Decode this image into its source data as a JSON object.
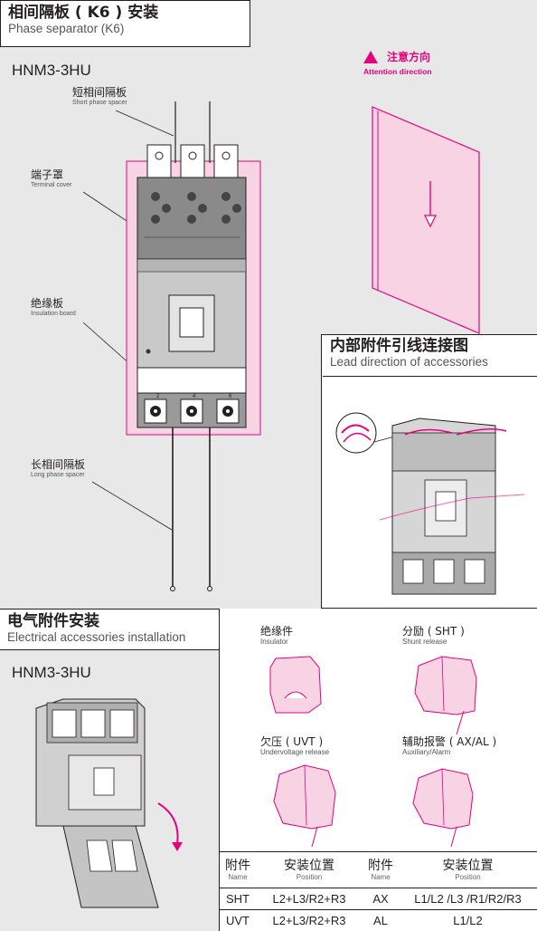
{
  "sec1": {
    "title_zh": "相间隔板 ( K6 ) 安装",
    "title_en": "Phase separator (K6)",
    "model": "HNM3-3HU",
    "labels": [
      {
        "zh": "短相间隔板",
        "en": "Short phase spacer"
      },
      {
        "zh": "端子罩",
        "en": "Terminal cover"
      },
      {
        "zh": "绝缘板",
        "en": "Insulation board"
      },
      {
        "zh": "长相间隔板",
        "en": "Long phase spacer"
      }
    ],
    "attention_zh": "注意方向",
    "attention_en": "Attention direction",
    "terminal_numbers": [
      "2",
      "4",
      "6"
    ]
  },
  "sec2": {
    "title_zh": "内部附件引线连接图",
    "title_en": "Lead direction of accessories"
  },
  "sec3": {
    "title_zh": "电气附件安装",
    "title_en": "Electrical accessories installation",
    "model": "HNM3-3HU"
  },
  "accessories": [
    {
      "zh": "绝缘件",
      "en": "Insulator"
    },
    {
      "zh": "分励 ( SHT )",
      "en": "Shunt release"
    },
    {
      "zh": "欠压 ( UVT )",
      "en": "Undervoltage release"
    },
    {
      "zh": "辅助报警 ( AX/AL )",
      "en": "Auxiliary/Alarm"
    }
  ],
  "table": {
    "headers": [
      {
        "zh": "附件",
        "en": "Name"
      },
      {
        "zh": "安装位置",
        "en": "Position"
      },
      {
        "zh": "附件",
        "en": "Name"
      },
      {
        "zh": "安装位置",
        "en": "Position"
      }
    ],
    "rows": [
      [
        "SHT",
        "L2+L3/R2+R3",
        "AX",
        "L1/L2 /L3 /R1/R2/R3"
      ],
      [
        "UVT",
        "L2+L3/R2+R3",
        "AL",
        "L1/L2"
      ]
    ]
  },
  "colors": {
    "accent": "#e6007e",
    "pink_fill": "#f7d3e4",
    "panel_gray": "#e8e8e8"
  }
}
